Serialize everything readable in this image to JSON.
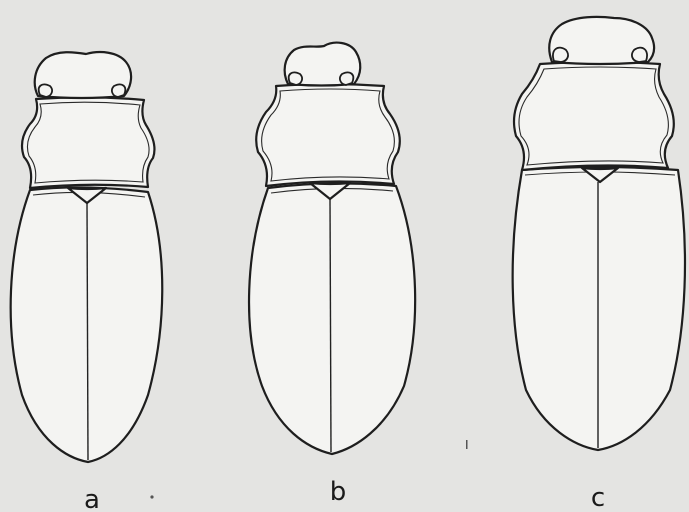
{
  "figure": {
    "labels": {
      "a": "a",
      "b": "b",
      "c": "c"
    },
    "colors": {
      "paper": "#e4e4e2",
      "ink": "#1e1e1e",
      "fill": "#f4f4f2"
    }
  }
}
